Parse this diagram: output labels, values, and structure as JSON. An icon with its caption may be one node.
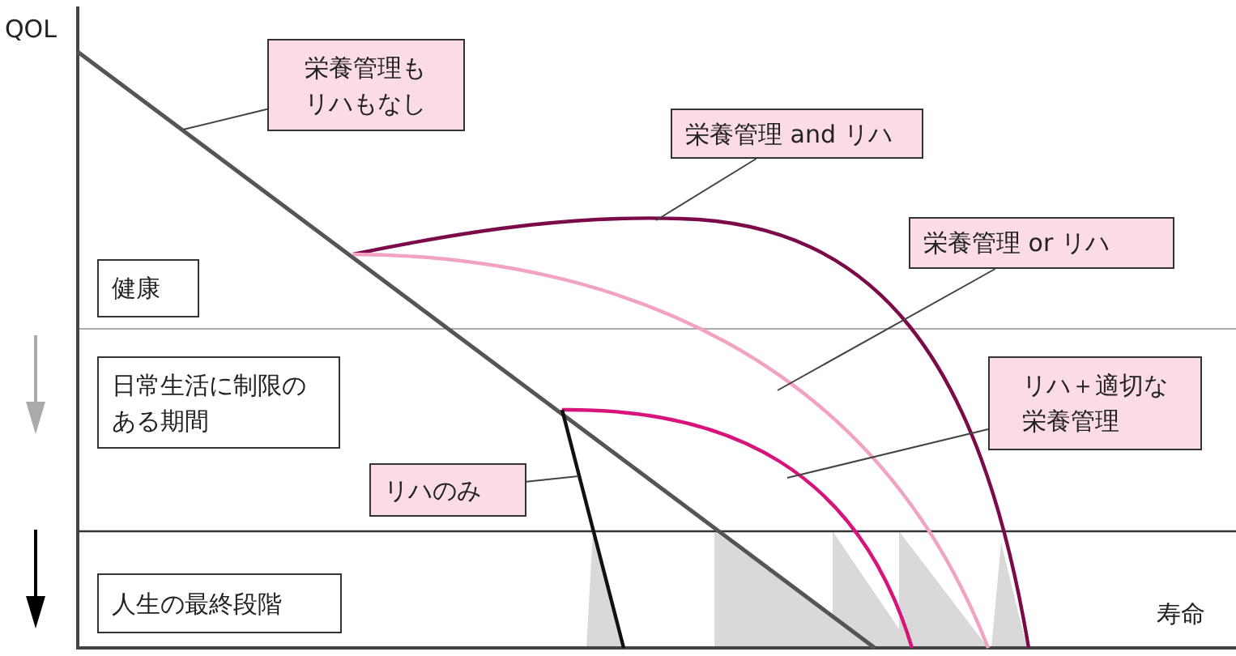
{
  "diagram": {
    "nodes": [
      {
        "text": [
          "栄養管理もリハもなし"
        ]
      },
      {
        "text": [
          "栄養管理 and リハ"
        ]
      },
      {
        "text": [
          "栄養管理 or リハ"
        ]
      },
      {
        "text": [
          "健康"
        ]
      },
      {
        "text": [
          "日常生活に制限のある期間"
        ]
      },
      {
        "text": [
          "リハ＋適切な栄養管理"
        ]
      },
      {
        "text": [
          "リハのみ"
        ]
      },
      {
        "text": [
          "人生の最終段階"
        ]
      }
    ],
    "edges": [
      {
        "from": 0,
        "to": null,
        "arrow": "none"
      },
      {
        "from": 1,
        "to": null,
        "arrow": "none"
      },
      {
        "from": 2,
        "to": null,
        "arrow": "none"
      },
      {
        "from": 5,
        "to": null,
        "arrow": "none"
      },
      {
        "from": 6,
        "to": null,
        "arrow": "none"
      }
    ],
    "labels": [
      "QOL",
      "寿命"
    ]
  }
}
